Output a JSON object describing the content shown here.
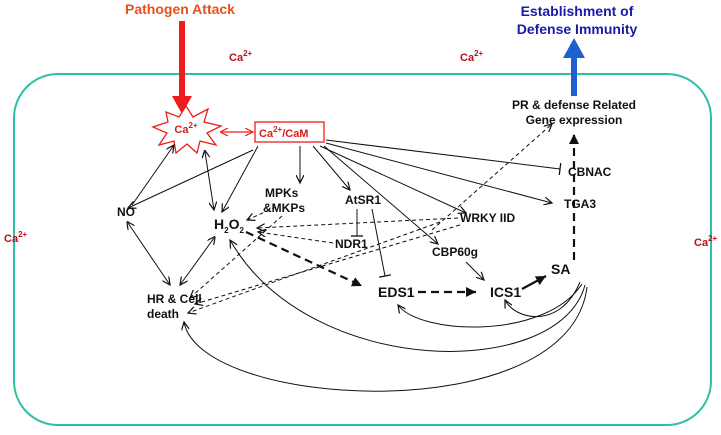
{
  "headers": {
    "pathogen_attack": "Pathogen Attack",
    "defense_line1": "Establishment of",
    "defense_line2": "Defense Immunity"
  },
  "outer_ca": {
    "base": "Ca",
    "sup": "2+"
  },
  "nodes": {
    "ca_burst": {
      "base": "Ca",
      "sup": "2+"
    },
    "ca_cam": {
      "base": "Ca",
      "sup": "2+",
      "rest": "/CaM"
    },
    "pr_genes_line1": "PR & defense Related",
    "pr_genes_line2": "Gene expression",
    "cbnac": "CBNAC",
    "tga3": "TGA3",
    "no": "NO",
    "mpks_line1": "MPKs",
    "mpks_line2": "&MKPs",
    "atsr1": "AtSR1",
    "h2o2": {
      "base": "H",
      "sub1": "2",
      "mid": "O",
      "sub2": "2"
    },
    "ndr1": "NDR1",
    "wrky": "WRKY IID",
    "cbp60g": "CBP60g",
    "hr_line1": "HR & Cell",
    "hr_line2": "death",
    "eds1": "EDS1",
    "ics1": "ICS1",
    "sa": "SA"
  },
  "colors": {
    "cell_border": "#2fbfa6",
    "pathogen": "#e8501d",
    "defense": "#1a1aa8",
    "ca_red": "#d4201f",
    "arrow_red": "#ee1c1c",
    "arrow_blue": "#1f5fd0"
  }
}
